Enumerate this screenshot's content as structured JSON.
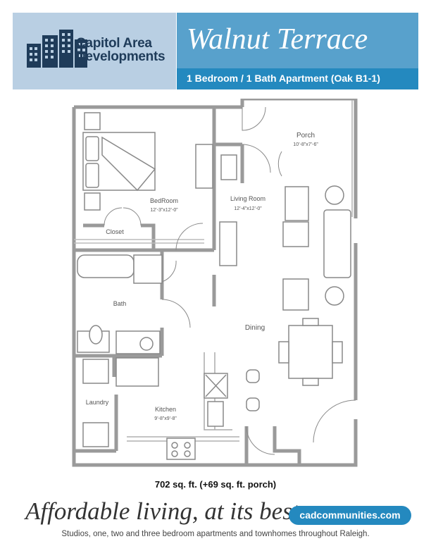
{
  "brand": {
    "name_line1": "Capitol Area",
    "name_line2": "Developments",
    "logo_icon": "buildings-icon",
    "colors": {
      "logo_bg": "#b9cfe3",
      "title_bg": "#58a1cc",
      "subtitle_bg": "#2489bf",
      "navy": "#1f3c5a"
    }
  },
  "header": {
    "title": "Walnut Terrace",
    "subtitle": "1 Bedroom / 1 Bath Apartment (Oak B1-1)"
  },
  "floorplan": {
    "rooms": {
      "porch": {
        "name": "Porch",
        "dims": "10’-8”x7’-6”"
      },
      "bedroom": {
        "name": "BedRoom",
        "dims": "12’-3”x12’-0”"
      },
      "living": {
        "name": "Living Room",
        "dims": "12’-4”x12’-0”"
      },
      "closet": {
        "name": "Closet"
      },
      "bath": {
        "name": "Bath"
      },
      "dining": {
        "name": "Dining"
      },
      "laundry": {
        "name": "Laundry"
      },
      "kitchen": {
        "name": "Kitchen",
        "dims": "9’-8”x9’-8”"
      }
    }
  },
  "area": "702 sq. ft. (+69 sq. ft. porch)",
  "tagline": "Affordable living, at its best.",
  "website": "cadcommunities.com",
  "footer": "Studios, one, two and three bedroom apartments and townhomes throughout Raleigh."
}
